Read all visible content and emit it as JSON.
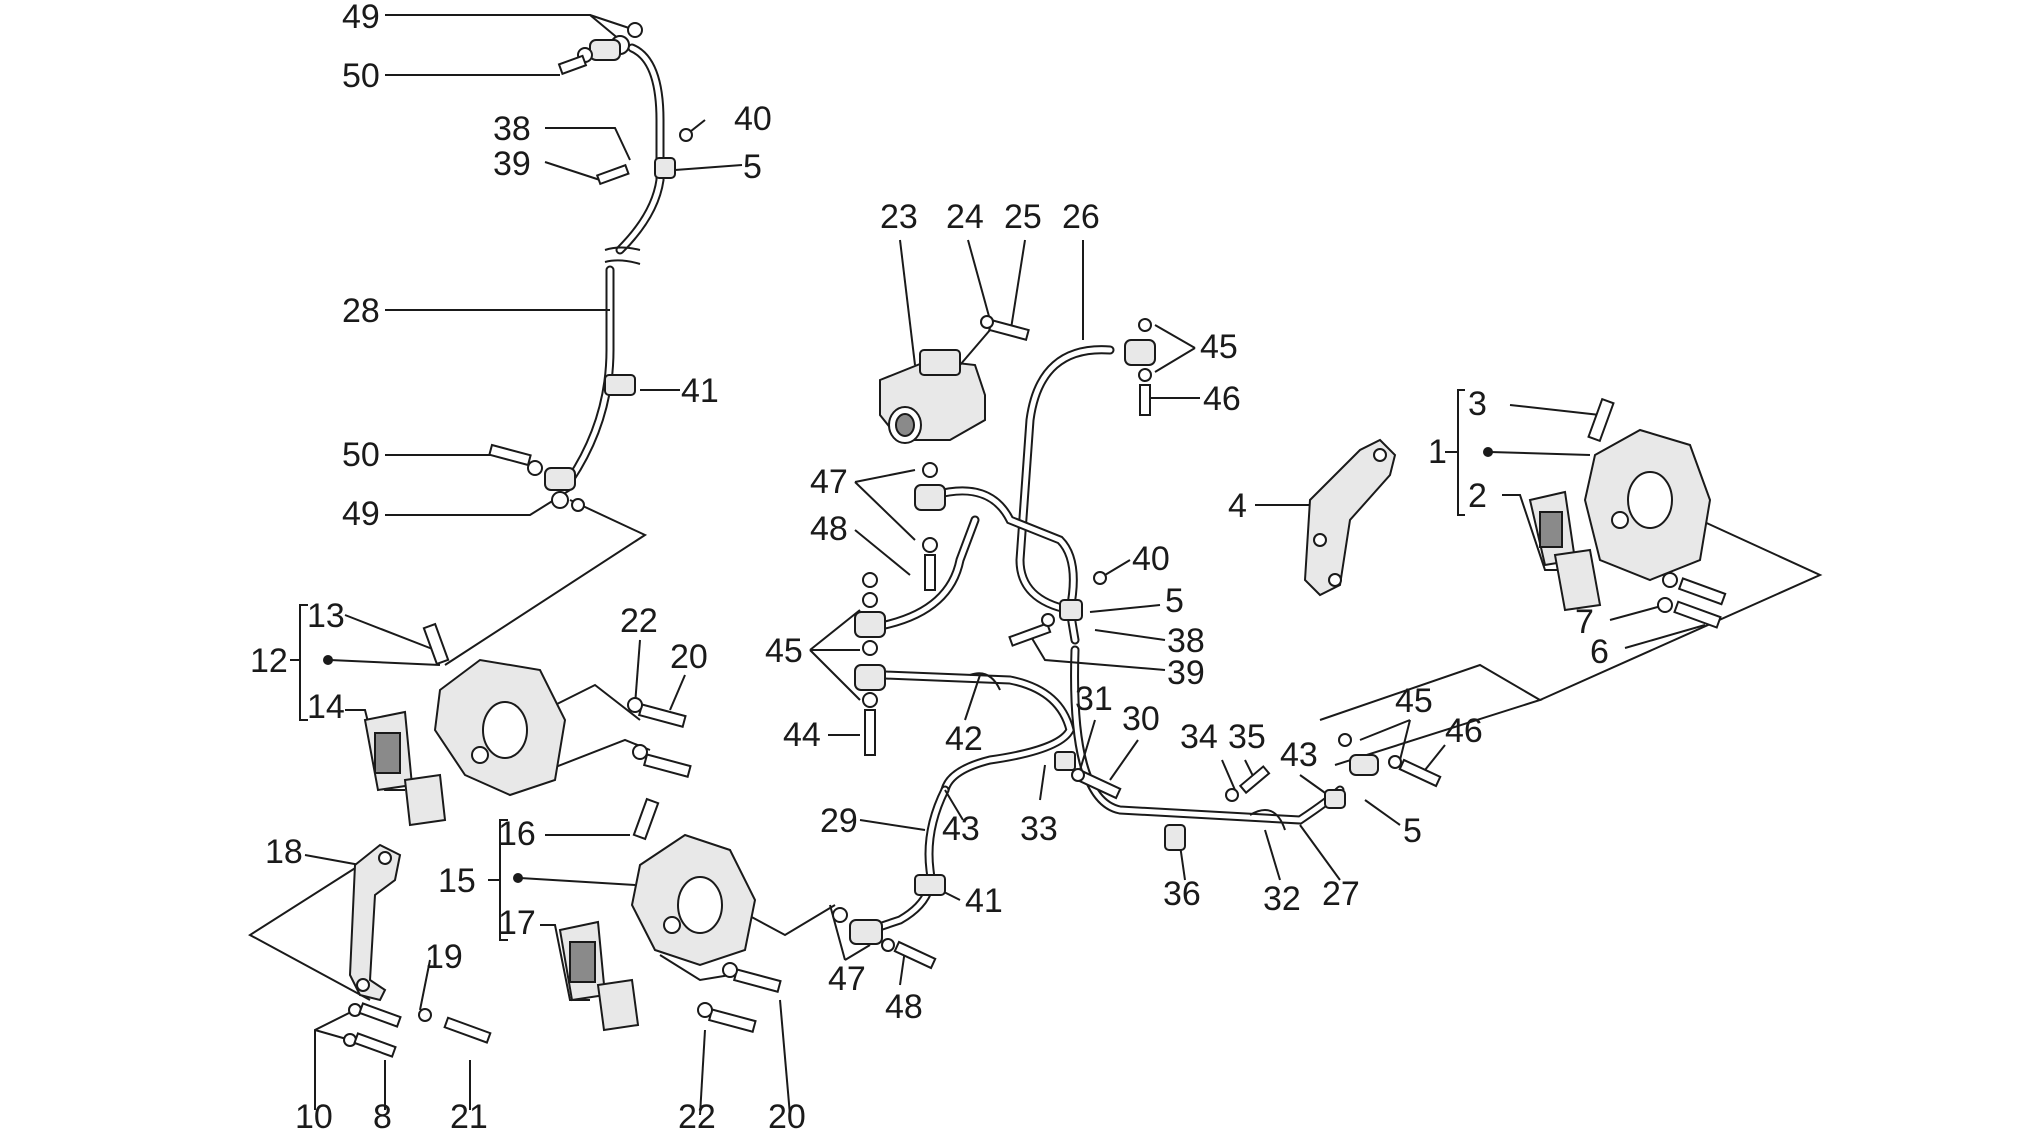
{
  "diagram": {
    "labels": [
      "49",
      "50",
      "38",
      "39",
      "40",
      "5",
      "28",
      "41",
      "50",
      "49",
      "23",
      "24",
      "25",
      "26",
      "45",
      "46",
      "3",
      "1",
      "2",
      "4",
      "47",
      "48",
      "40",
      "5",
      "38",
      "39",
      "45",
      "44",
      "42",
      "31",
      "30",
      "34",
      "35",
      "43",
      "45",
      "46",
      "7",
      "6",
      "13",
      "12",
      "14",
      "22",
      "20",
      "29",
      "43",
      "41",
      "33",
      "5",
      "27",
      "32",
      "36",
      "16",
      "15",
      "17",
      "18",
      "19",
      "10",
      "8",
      "21",
      "22",
      "20",
      "47",
      "48"
    ]
  }
}
